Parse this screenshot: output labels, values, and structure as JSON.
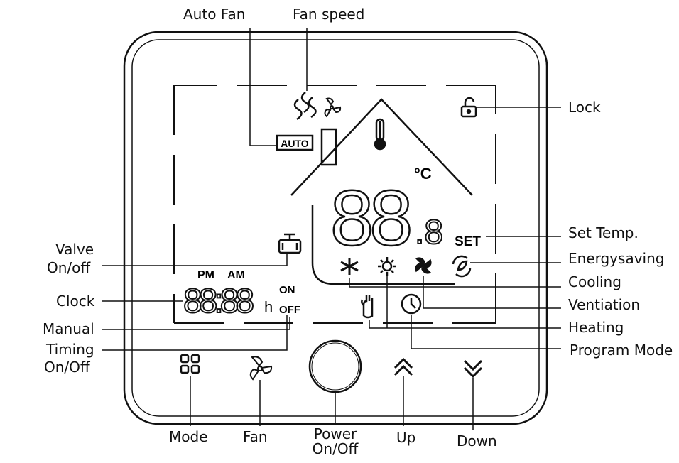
{
  "labels": {
    "auto_fan": "Auto Fan",
    "fan_speed": "Fan speed",
    "lock": "Lock",
    "valve_on_off_line1": "Valve",
    "valve_on_off_line2": "On/off",
    "clock": "Clock",
    "manual": "Manual",
    "timing_line1": "Timing",
    "timing_line2": "On/Off",
    "set_temp": "Set Temp.",
    "energysaving": "Energysaving",
    "cooling": "Cooling",
    "ventilation": "Ventiation",
    "heating": "Heating",
    "program_mode": "Program Mode",
    "mode": "Mode",
    "fan": "Fan",
    "power_line1": "Power",
    "power_line2": "On/Off",
    "up": "Up",
    "down": "Down"
  },
  "display": {
    "auto_badge": "AUTO",
    "celsius": "°C",
    "set_badge": "SET",
    "pm": "PM",
    "am": "AM",
    "clock_digits": "88:88",
    "clock_unit": "h",
    "on": "ON",
    "off": "OFF",
    "temp_digits": "88",
    "temp_decimal": ".8"
  },
  "icons": {
    "lock": "padlock-icon",
    "thermometer": "thermometer-icon",
    "fan_speed": "wavy-lines-icon",
    "fan": "fan-icon",
    "valve": "valve-icon",
    "cooling": "snowflake-icon",
    "heating": "sun-icon",
    "ventilation": "pinwheel-icon",
    "energysaving": "leaf-cycle-icon",
    "manual": "hand-icon",
    "program": "clock-icon",
    "mode": "four-squares-icon",
    "up": "chevron-up-double-icon",
    "down": "chevron-down-double-icon",
    "power": "circle-button-icon"
  }
}
